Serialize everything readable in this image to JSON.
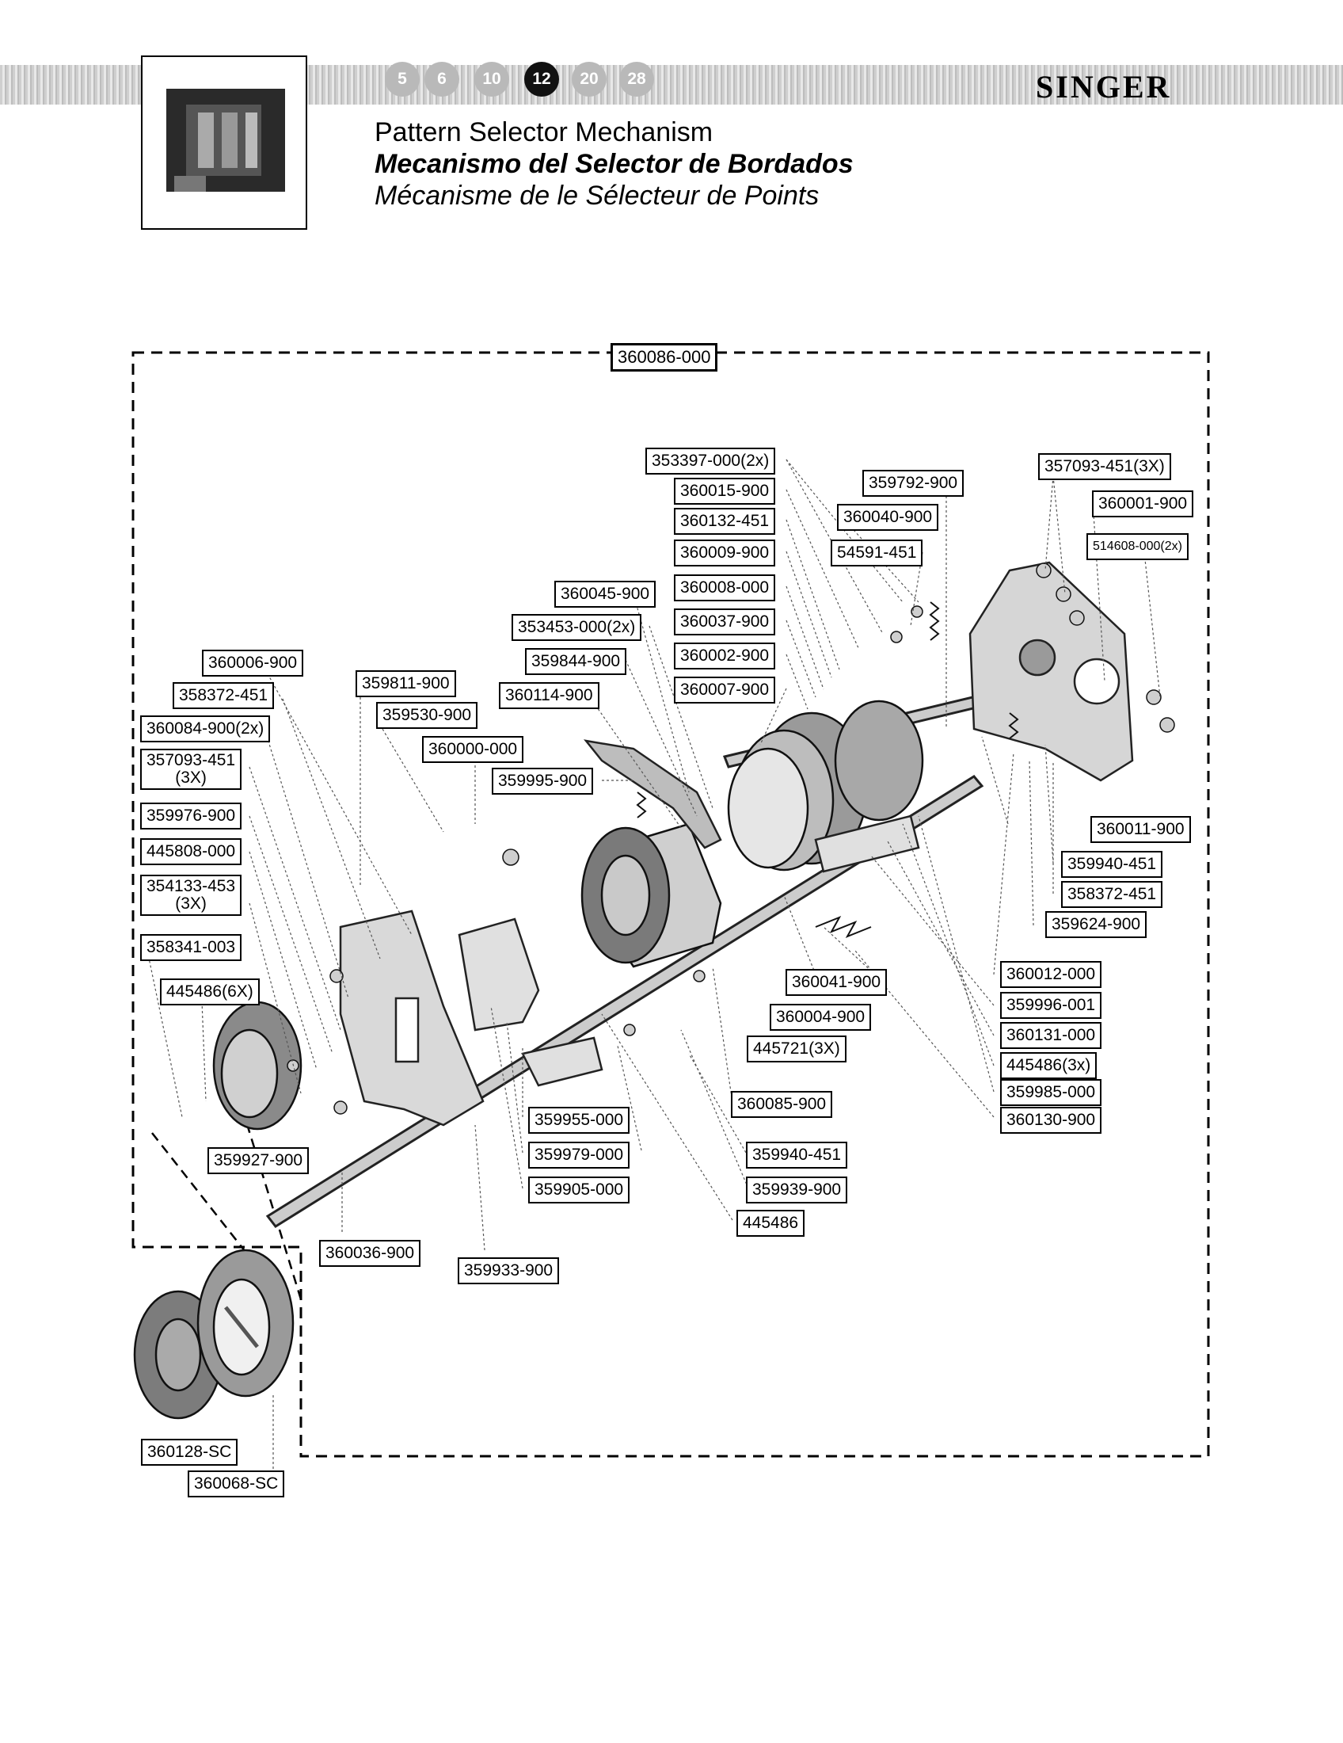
{
  "brand": "SINGER",
  "nav_numbers": [
    "5",
    "6",
    "10",
    "12",
    "20",
    "28"
  ],
  "active_nav": "12",
  "titles": {
    "en": "Pattern Selector Mechanism",
    "es": "Mecanismo del Selector de Bordados",
    "fr": "Mécanisme de le Sélecteur de Points"
  },
  "assembly_label": "360086-000",
  "parts": {
    "p1": "353397-000(2x)",
    "p2": "360015-900",
    "p3": "360132-451",
    "p4": "360009-900",
    "p5": "360008-000",
    "p6": "360037-900",
    "p7": "360002-900",
    "p8": "360007-900",
    "p9": "359792-900",
    "p10": "360040-900",
    "p11": "54591-451",
    "p12": "357093-451(3X)",
    "p13": "360001-900",
    "p14": "514608-000(2x)",
    "p15": "360045-900",
    "p16": "353453-000(2x)",
    "p17": "359844-900",
    "p18": "360114-900",
    "p19": "360006-900",
    "p20": "358372-451",
    "p21": "360084-900(2x)",
    "p22a": "357093-451",
    "p22b": "(3X)",
    "p23": "359976-900",
    "p24": "445808-000",
    "p25a": "354133-453",
    "p25b": "(3X)",
    "p26": "358341-003",
    "p27": "445486(6X)",
    "p28": "359927-900",
    "p29": "359811-900",
    "p30": "359530-900",
    "p31": "360000-000",
    "p32": "359995-900",
    "p33": "360011-900",
    "p34": "359940-451",
    "p35": "358372-451",
    "p36": "359624-900",
    "p37": "360041-900",
    "p38": "360004-900",
    "p39": "445721(3X)",
    "p40": "360012-000",
    "p41": "359996-001",
    "p42": "360131-000",
    "p43": "445486(3x)",
    "p44": "359985-000",
    "p45": "360130-900",
    "p46": "360085-900",
    "p47": "359955-000",
    "p48": "359979-000",
    "p49": "359905-000",
    "p50": "359940-451",
    "p51": "359939-900",
    "p52": "445486",
    "p53": "360036-900",
    "p54": "359933-900",
    "p55": "360128-SC",
    "p56": "360068-SC"
  }
}
